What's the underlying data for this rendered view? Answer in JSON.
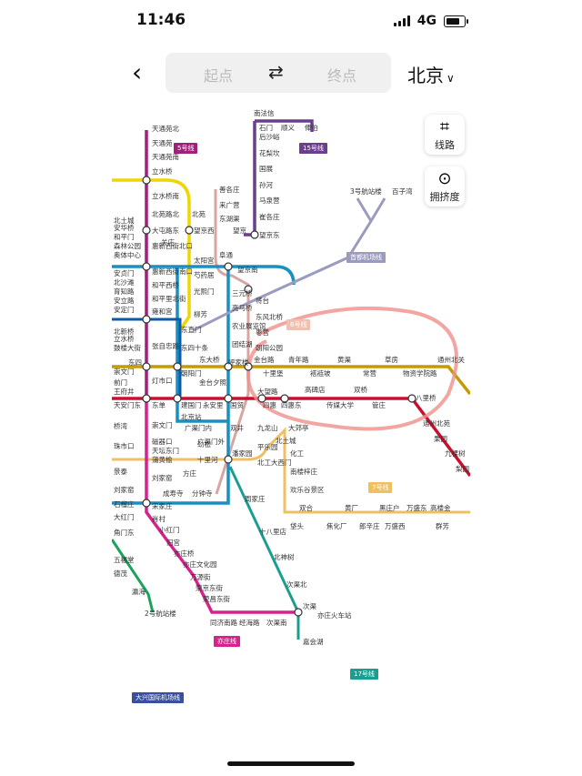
{
  "status_bar": {
    "time": "11:46",
    "network": "4G"
  },
  "header": {
    "from_placeholder": "起点",
    "to_placeholder": "终点",
    "city": "北京"
  },
  "map_buttons": {
    "route": "线路",
    "crowd": "拥挤度"
  },
  "line_tags": {
    "l5": "5号线",
    "l15": "15号线",
    "airport": "首都机场线",
    "l6": "6号线",
    "l7": "7号线",
    "yizhuang": "亦庄线",
    "l17": "17号线",
    "daxing": "大兴国际机场线"
  },
  "colors": {
    "line5": "#a0207c",
    "line15": "#6b3e8e",
    "line6": "#c49b00",
    "line1": "#c8102e",
    "line10": "#1b8fc1",
    "line13": "#f0d600",
    "line14": "#d8a6a0",
    "line7": "#f0c060",
    "batong": "#b5121b",
    "line17": "#1a9e8f",
    "yizhuang": "#d6228c",
    "airport": "#9b9bc0",
    "line2": "#0e5aa7",
    "line4": "#1aa35a",
    "highlight": "#f0908a"
  },
  "stations": [
    {
      "name": "天通苑北"
    },
    {
      "name": "天通苑"
    },
    {
      "name": "天通苑南"
    },
    {
      "name": "立水桥"
    },
    {
      "name": "立水桥南"
    },
    {
      "name": "北苑路北"
    },
    {
      "name": "大屯路东"
    },
    {
      "name": "惠新西街北口"
    },
    {
      "name": "惠新西街南口"
    },
    {
      "name": "和平西桥"
    },
    {
      "name": "和平里北街"
    },
    {
      "name": "雍和宫"
    },
    {
      "name": "北新桥"
    },
    {
      "name": "张自忠路"
    },
    {
      "name": "东四"
    },
    {
      "name": "灯市口"
    },
    {
      "name": "东单"
    },
    {
      "name": "崇文门"
    },
    {
      "name": "磁器口"
    },
    {
      "name": "天坛东门"
    },
    {
      "name": "蒲黄榆"
    },
    {
      "name": "刘家窑"
    },
    {
      "name": "宋家庄"
    },
    {
      "name": "肖村"
    },
    {
      "name": "小红门"
    },
    {
      "name": "旧宫"
    },
    {
      "name": "亦庄桥"
    },
    {
      "name": "亦庄文化园"
    },
    {
      "name": "万源街"
    },
    {
      "name": "荣京东街"
    },
    {
      "name": "荣昌东街"
    },
    {
      "name": "同济南路"
    },
    {
      "name": "经海路"
    },
    {
      "name": "次渠南"
    },
    {
      "name": "次渠"
    },
    {
      "name": "亦庄火车站"
    },
    {
      "name": "俸伯"
    },
    {
      "name": "顺义"
    },
    {
      "name": "石门"
    },
    {
      "name": "南法信"
    },
    {
      "name": "后沙峪"
    },
    {
      "name": "花梨坎"
    },
    {
      "name": "国展"
    },
    {
      "name": "孙河"
    },
    {
      "name": "马泉营"
    },
    {
      "name": "崔各庄"
    },
    {
      "name": "望京东"
    },
    {
      "name": "望京"
    },
    {
      "name": "望京西"
    },
    {
      "name": "善各庄"
    },
    {
      "name": "来广营"
    },
    {
      "name": "东湖渠"
    },
    {
      "name": "阜通"
    },
    {
      "name": "望京南"
    },
    {
      "name": "将台"
    },
    {
      "name": "东风北桥"
    },
    {
      "name": "枣营"
    },
    {
      "name": "朝阳公园"
    },
    {
      "name": "金台路"
    },
    {
      "name": "大望路"
    },
    {
      "name": "九龙山"
    },
    {
      "name": "平乐园"
    },
    {
      "name": "北工大西门"
    },
    {
      "name": "化工"
    },
    {
      "name": "南楼梓庄"
    },
    {
      "name": "欢乐谷景区"
    },
    {
      "name": "双合"
    },
    {
      "name": "焦化厂"
    },
    {
      "name": "垡头"
    },
    {
      "name": "黄厂"
    },
    {
      "name": "郎辛庄"
    },
    {
      "name": "黑庄户"
    },
    {
      "name": "万盛西"
    },
    {
      "name": "万盛东"
    },
    {
      "name": "群芳"
    },
    {
      "name": "高楼金"
    },
    {
      "name": "十里堡"
    },
    {
      "name": "青年路"
    },
    {
      "name": "褡裢坡"
    },
    {
      "name": "黄渠"
    },
    {
      "name": "常营"
    },
    {
      "name": "草房"
    },
    {
      "name": "物资学院路"
    },
    {
      "name": "通州北关"
    },
    {
      "name": "四惠"
    },
    {
      "name": "四惠东"
    },
    {
      "name": "高碑店"
    },
    {
      "name": "传媒大学"
    },
    {
      "name": "双桥"
    },
    {
      "name": "管庄"
    },
    {
      "name": "八里桥"
    },
    {
      "name": "通州北苑"
    },
    {
      "name": "果园"
    },
    {
      "name": "九棵树"
    },
    {
      "name": "梨园"
    },
    {
      "name": "国贸"
    },
    {
      "name": "永安里"
    },
    {
      "name": "建国门"
    },
    {
      "name": "呼家楼"
    },
    {
      "name": "团结湖"
    },
    {
      "name": "农业展览馆"
    },
    {
      "name": "亮马桥"
    },
    {
      "name": "三元桥"
    },
    {
      "name": "太阳宫"
    },
    {
      "name": "芍药居"
    },
    {
      "name": "光熙门"
    },
    {
      "name": "柳芳"
    },
    {
      "name": "东直门"
    },
    {
      "name": "东四十条"
    },
    {
      "name": "朝阳门"
    },
    {
      "name": "东大桥"
    },
    {
      "name": "金台夕照"
    },
    {
      "name": "北京站"
    },
    {
      "name": "广渠门内"
    },
    {
      "name": "广渠门外"
    },
    {
      "name": "双井"
    },
    {
      "name": "劲松"
    },
    {
      "name": "潘家园"
    },
    {
      "name": "十里河"
    },
    {
      "name": "分钟寺"
    },
    {
      "name": "成寿寺"
    },
    {
      "name": "方庄"
    },
    {
      "name": "周家庄"
    },
    {
      "name": "十八里店"
    },
    {
      "name": "北神树"
    },
    {
      "name": "次渠北"
    },
    {
      "name": "嘉会湖"
    },
    {
      "name": "北苑"
    },
    {
      "name": "关庄"
    },
    {
      "name": "北土城"
    },
    {
      "name": "安贞门"
    },
    {
      "name": "安定门"
    },
    {
      "name": "鼓楼大街"
    },
    {
      "name": "王府井"
    },
    {
      "name": "天安门东"
    },
    {
      "name": "桥湾"
    },
    {
      "name": "珠市口"
    },
    {
      "name": "景泰"
    },
    {
      "name": "刘家窑"
    },
    {
      "name": "石榴庄"
    },
    {
      "name": "大红门"
    },
    {
      "name": "角门东"
    },
    {
      "name": "五福堂"
    },
    {
      "name": "德茂"
    },
    {
      "name": "瀛海"
    },
    {
      "name": "2号航站楼"
    },
    {
      "name": "3号航站楼"
    },
    {
      "name": "百子湾"
    },
    {
      "name": "大郊亭"
    },
    {
      "name": "北土城"
    },
    {
      "name": "安华桥"
    },
    {
      "name": "和平门"
    },
    {
      "name": "森林公园"
    },
    {
      "name": "奥体中心"
    },
    {
      "name": "北沙滩"
    },
    {
      "name": "育知路"
    },
    {
      "name": "安立路"
    },
    {
      "name": "立水桥"
    },
    {
      "name": "崇文门"
    },
    {
      "name": "前门"
    }
  ]
}
